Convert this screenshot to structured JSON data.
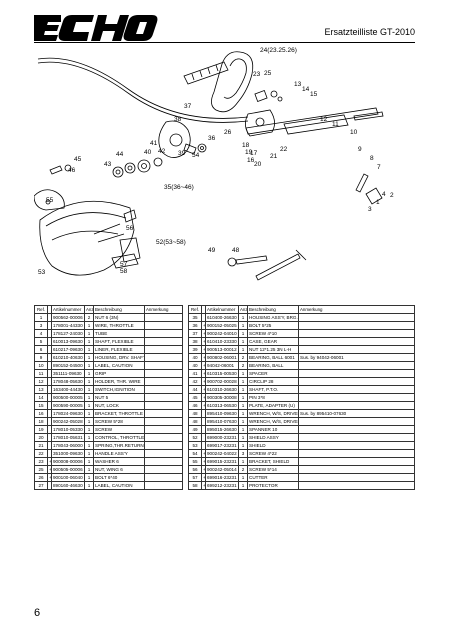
{
  "brand": {
    "name": "ECHO"
  },
  "header": {
    "title": "Ersatzteilliste GT-2010"
  },
  "diagram": {
    "callouts": [
      "24(23.25.26)",
      "23",
      "25",
      "13",
      "14",
      "15",
      "12",
      "11",
      "10",
      "9",
      "8",
      "7",
      "4",
      "3",
      "1",
      "2",
      "17",
      "18",
      "19",
      "16",
      "20",
      "21",
      "22",
      "37",
      "38",
      "36",
      "26",
      "41",
      "42",
      "40",
      "39",
      "54",
      "45",
      "44",
      "43",
      "46",
      "35(36~46)",
      "55",
      "56",
      "57",
      "58",
      "53",
      "52(53~58)",
      "49",
      "48"
    ]
  },
  "table": {
    "headers": [
      "Ref.",
      "Artikelnummer",
      "Anzahl",
      "Beschreibung",
      "Anmerkung"
    ],
    "left": [
      {
        "ref": "1",
        "mark": "",
        "part": "900562-00006",
        "qty": "2",
        "desc": "NUT 6 (3N)",
        "note": ""
      },
      {
        "ref": "3",
        "mark": "",
        "part": "178001-44330",
        "qty": "1",
        "desc": "WIRE, THROTTLE",
        "note": ""
      },
      {
        "ref": "4",
        "mark": "",
        "part": "178127-24030",
        "qty": "1",
        "desc": "TUBE",
        "note": ""
      },
      {
        "ref": "5",
        "mark": "",
        "part": "610013-09630",
        "qty": "1",
        "desc": "SHAFT, FLEXIBLE",
        "note": ""
      },
      {
        "ref": "6",
        "mark": "",
        "part": "610217-09630",
        "qty": "1",
        "desc": "LINER, FLEXIBLE",
        "note": ""
      },
      {
        "ref": "9",
        "mark": "",
        "part": "610210-40630",
        "qty": "1",
        "desc": "HOUSING, DRV. SHAFT",
        "note": ""
      },
      {
        "ref": "10",
        "mark": "",
        "part": "890152-04500",
        "qty": "1",
        "desc": "LABEL, CAUTION",
        "note": ""
      },
      {
        "ref": "11",
        "mark": "",
        "part": "351111-09630",
        "qty": "1",
        "desc": "GRIP",
        "note": ""
      },
      {
        "ref": "12",
        "mark": "",
        "part": "178048-05630",
        "qty": "1",
        "desc": "HOLDER, THR. WIRE",
        "note": ""
      },
      {
        "ref": "13",
        "mark": "",
        "part": "163400-44430",
        "qty": "1",
        "desc": "SWITCH,IGNITION",
        "note": ""
      },
      {
        "ref": "14",
        "mark": "",
        "part": "900500-00005",
        "qty": "1",
        "desc": "NUT 5",
        "note": ""
      },
      {
        "ref": "15",
        "mark": "",
        "part": "900590-00005",
        "qty": "1",
        "desc": "NUT, LOCK",
        "note": ""
      },
      {
        "ref": "16",
        "mark": "",
        "part": "178024-09630",
        "qty": "1",
        "desc": "BRACKET, THROTTLE",
        "note": ""
      },
      {
        "ref": "18",
        "mark": "",
        "part": "900242-05028",
        "qty": "1",
        "desc": "SCREW 5*28",
        "note": ""
      },
      {
        "ref": "19",
        "mark": "",
        "part": "178010-05330",
        "qty": "1",
        "desc": "SCREW",
        "note": ""
      },
      {
        "ref": "20",
        "mark": "",
        "part": "178010-05631",
        "qty": "1",
        "desc": "CONTROL, THROTTLE",
        "note": ""
      },
      {
        "ref": "21",
        "mark": "",
        "part": "178043-06000",
        "qty": "1",
        "desc": "SPRING,THR.RETURN",
        "note": ""
      },
      {
        "ref": "22",
        "mark": "",
        "part": "351000-09630",
        "qty": "1",
        "desc": "HANDLE ASS'Y",
        "note": ""
      },
      {
        "ref": "23",
        "mark": "+",
        "part": "900008-00006",
        "qty": "1",
        "desc": "WASHER 6",
        "note": ""
      },
      {
        "ref": "25",
        "mark": "+",
        "part": "900505-00006",
        "qty": "1",
        "desc": "NUT, WING 6",
        "note": ""
      },
      {
        "ref": "26",
        "mark": "+",
        "part": "900100-06040",
        "qty": "1",
        "desc": "BOLT 6*40",
        "note": ""
      },
      {
        "ref": "27",
        "mark": "",
        "part": "890160-46630",
        "qty": "1",
        "desc": "LABEL, CAUTION",
        "note": ""
      }
    ],
    "right": [
      {
        "ref": "35",
        "mark": "",
        "part": "610400-26630",
        "qty": "1",
        "desc": "HOUSING ASS'Y, BRG.",
        "note": ""
      },
      {
        "ref": "36",
        "mark": "+",
        "part": "900152-05025",
        "qty": "1",
        "desc": "BOLT 5*25",
        "note": ""
      },
      {
        "ref": "37",
        "mark": "+",
        "part": "900242-04010",
        "qty": "1",
        "desc": "SCREW 4*10",
        "note": ""
      },
      {
        "ref": "38",
        "mark": "+",
        "part": "610410-23330",
        "qty": "1",
        "desc": "CASE, GEAR",
        "note": ""
      },
      {
        "ref": "39",
        "mark": "+",
        "part": "900513-00012",
        "qty": "1",
        "desc": "NUT 12*1.25 3N L-H",
        "note": ""
      },
      {
        "ref": "40",
        "mark": "+",
        "part": "900802-06001",
        "qty": "2",
        "desc": "BEARING, BALL 6001",
        "note": "Sus. by 94042-06001"
      },
      {
        "ref": "40",
        "mark": "+",
        "part": "94042-06001",
        "qty": "2",
        "desc": "BEARING, BALL",
        "note": ""
      },
      {
        "ref": "41",
        "mark": "+",
        "part": "610315-00530",
        "qty": "1",
        "desc": "SPACER",
        "note": ""
      },
      {
        "ref": "42",
        "mark": "+",
        "part": "900702-00028",
        "qty": "1",
        "desc": "CIRCLIP 28",
        "note": ""
      },
      {
        "ref": "44",
        "mark": "+",
        "part": "610310-26630",
        "qty": "1",
        "desc": "SHAFT, P.T.O.",
        "note": ""
      },
      {
        "ref": "45",
        "mark": "+",
        "part": "900305-30008",
        "qty": "1",
        "desc": "PIN 3*8",
        "note": ""
      },
      {
        "ref": "46",
        "mark": "+",
        "part": "610313-06530",
        "qty": "1",
        "desc": "PLATE, ADAPTER (U)",
        "note": ""
      },
      {
        "ref": "48",
        "mark": "",
        "part": "895410-09630",
        "qty": "1",
        "desc": "WRENCH, W/S, DRIVER",
        "note": "Sus. by 895410-07630"
      },
      {
        "ref": "48",
        "mark": "",
        "part": "895410-07630",
        "qty": "1",
        "desc": "WRENCH, W/S, DRIVER",
        "note": ""
      },
      {
        "ref": "49",
        "mark": "",
        "part": "895015-26630",
        "qty": "1",
        "desc": "SPANNER 10",
        "note": ""
      },
      {
        "ref": "52",
        "mark": "",
        "part": "699000-23231",
        "qty": "1",
        "desc": "SHIELD ASSY",
        "note": ""
      },
      {
        "ref": "53",
        "mark": "",
        "part": "699017-23231",
        "qty": "1",
        "desc": "SHIELD",
        "note": ""
      },
      {
        "ref": "54",
        "mark": "+",
        "part": "900242-04022",
        "qty": "3",
        "desc": "SCREW 4*22",
        "note": ""
      },
      {
        "ref": "55",
        "mark": "+",
        "part": "699015-23231",
        "qty": "1",
        "desc": "BRACKET, SHIELD",
        "note": ""
      },
      {
        "ref": "56",
        "mark": "+",
        "part": "900242-05014",
        "qty": "2",
        "desc": "SCREW 5*14",
        "note": ""
      },
      {
        "ref": "57",
        "mark": "+",
        "part": "699016-23231",
        "qty": "1",
        "desc": "CUTTER",
        "note": ""
      },
      {
        "ref": "58",
        "mark": "+",
        "part": "699212-23231",
        "qty": "1",
        "desc": "PROTECTOR",
        "note": ""
      }
    ]
  },
  "footer": {
    "page_number": "6"
  }
}
